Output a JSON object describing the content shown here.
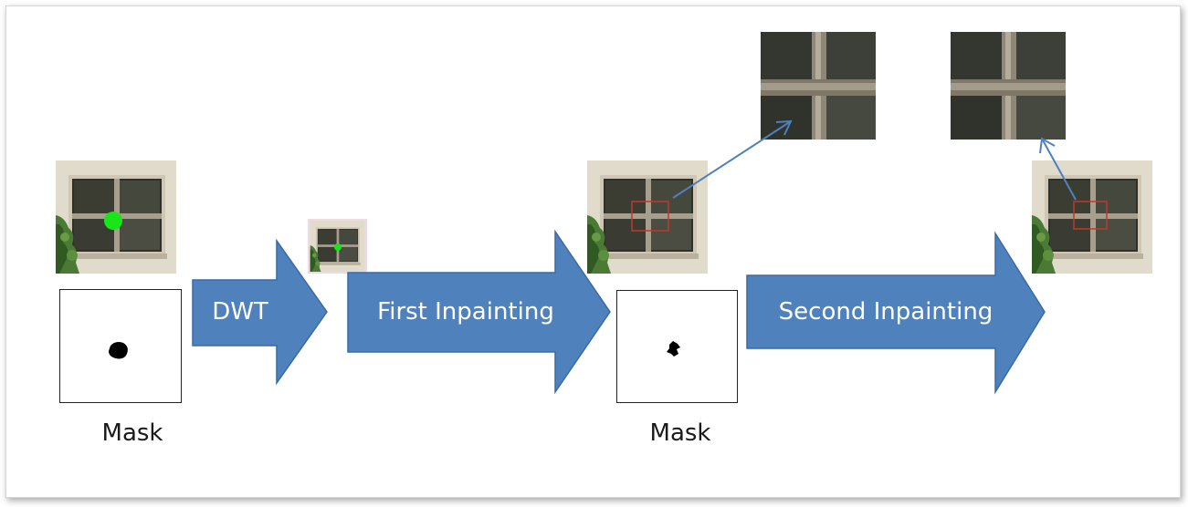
{
  "steps": {
    "dwt": "DWT",
    "first_inpainting": "First Inpainting",
    "second_inpainting": "Second Inpainting"
  },
  "labels": {
    "mask_1": "Mask",
    "mask_2": "Mask"
  },
  "colors": {
    "arrow_fill": "#4f81bd",
    "arrow_stroke": "#3a6aa6",
    "connector": "#4f81bd",
    "damage_marker": "#19e619",
    "region_box": "#c0392b"
  },
  "icons": {
    "window_image": "window-photo",
    "mask_blob": "mask-blob",
    "zoom_patch": "window-crop"
  }
}
